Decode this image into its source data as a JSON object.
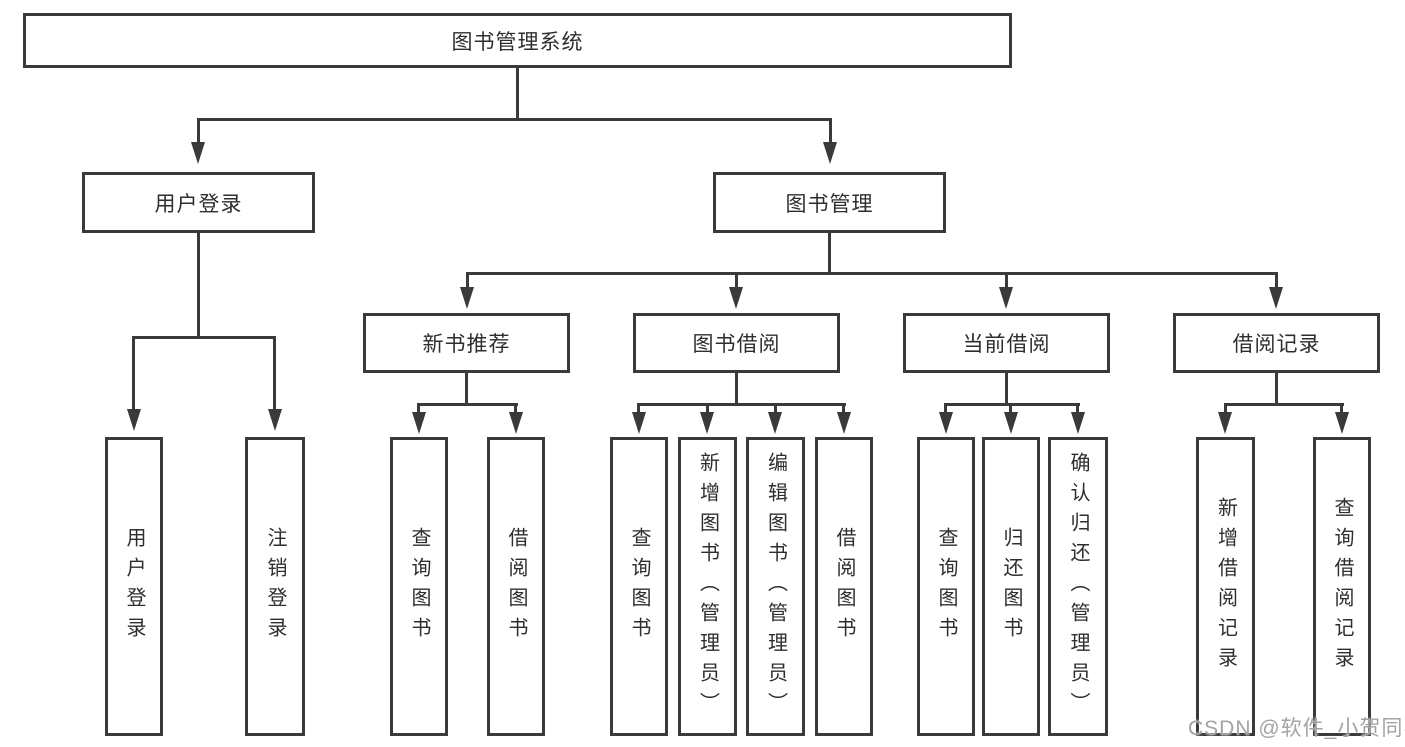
{
  "diagram": {
    "root": {
      "label": "图书管理系统"
    },
    "level2": {
      "user_login": {
        "label": "用户登录",
        "children": {
          "login": "用户登录",
          "logout": "注销登录"
        }
      },
      "book_management": {
        "label": "图书管理",
        "sections": {
          "new_book_recommend": {
            "label": "新书推荐",
            "children": {
              "query_books": "查询图书",
              "borrow_books": "借阅图书"
            }
          },
          "book_borrow": {
            "label": "图书借阅",
            "children": {
              "query_books": "查询图书",
              "add_books_admin": "新增图书（管理员）",
              "edit_books_admin": "编辑图书（管理员）",
              "borrow_books": "借阅图书"
            }
          },
          "current_borrow": {
            "label": "当前借阅",
            "children": {
              "query_books": "查询图书",
              "return_books": "归还图书",
              "confirm_return_admin": "确认归还（管理员）"
            }
          },
          "borrow_records": {
            "label": "借阅记录",
            "children": {
              "add_record": "新增借阅记录",
              "query_record": "查询借阅记录"
            }
          }
        }
      }
    },
    "colors": {
      "line": "#3a3a3a",
      "text": "#2e2e2e",
      "background": "#ffffff",
      "watermark": "#a3a3a3"
    }
  },
  "watermark": {
    "text": "CSDN @软件_小贺同学"
  }
}
